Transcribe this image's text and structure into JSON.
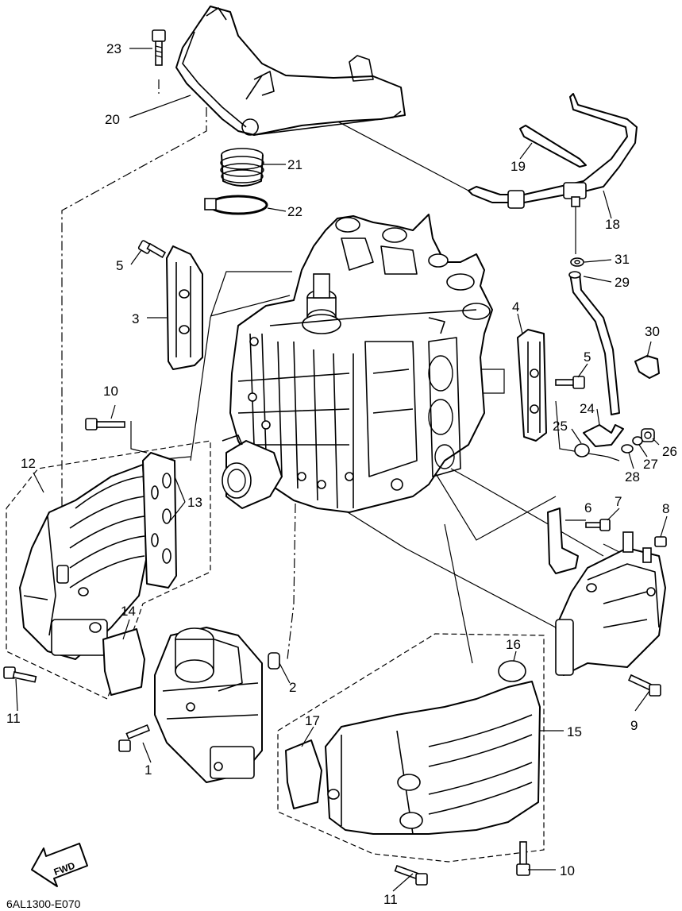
{
  "figure_code": "6AL1300-E070",
  "fwd_label": "FWD",
  "callouts": {
    "c1": "1",
    "c2": "2",
    "c3": "3",
    "c4": "4",
    "c5a": "5",
    "c5b": "5",
    "c6": "6",
    "c7": "7",
    "c8": "8",
    "c9": "9",
    "c10a": "10",
    "c10b": "10",
    "c11a": "11",
    "c11b": "11",
    "c12": "12",
    "c13": "13",
    "c14": "14",
    "c15": "15",
    "c16": "16",
    "c17": "17",
    "c18": "18",
    "c19": "19",
    "c20": "20",
    "c21": "21",
    "c22": "22",
    "c23": "23",
    "c24": "24",
    "c25": "25",
    "c26": "26",
    "c27": "27",
    "c28": "28",
    "c29": "29",
    "c30": "30",
    "c31": "31"
  }
}
